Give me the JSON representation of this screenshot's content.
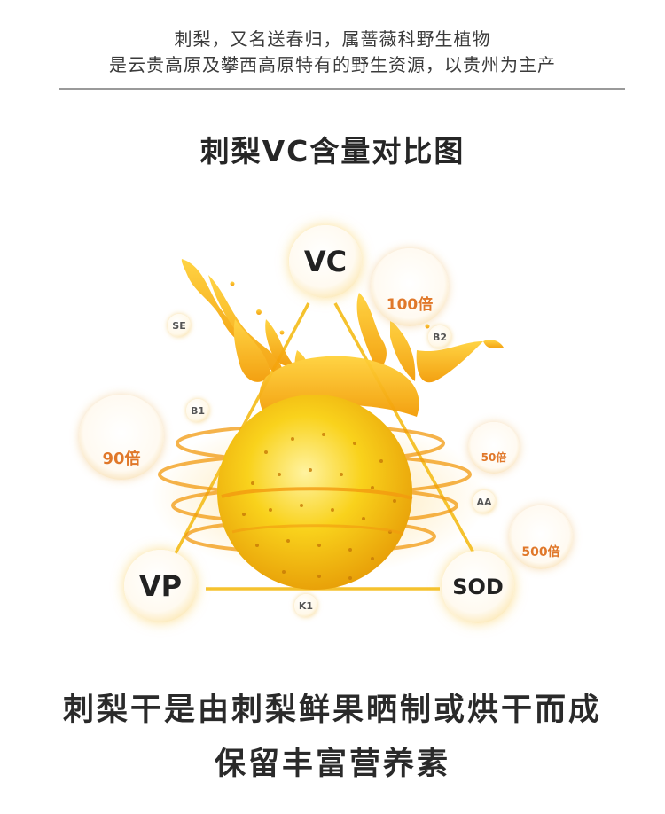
{
  "intro": {
    "line1": "刺梨，又名送春归，属蔷薇科野生植物",
    "line2": "是云贵高原及攀西高原特有的野生资源，以贵州为主产"
  },
  "title": "刺梨VC含量对比图",
  "nutrients": {
    "vc": "VC",
    "vp": "VP",
    "sod": "SOD",
    "se": "SE",
    "b1": "B1",
    "b2": "B2",
    "aa": "AA",
    "k1": "K1"
  },
  "comparisons": {
    "lemon": "100倍",
    "pineapple": "90倍",
    "orange": "50倍",
    "apple": "500倍"
  },
  "slogan": {
    "line1": "刺梨干是由刺梨鲜果晒制或烘干而成",
    "line2": "保留丰富营养素"
  },
  "colors": {
    "gold": "#f5c22e",
    "juice": "#f7b30f",
    "fruit_text": "#e0782a"
  }
}
